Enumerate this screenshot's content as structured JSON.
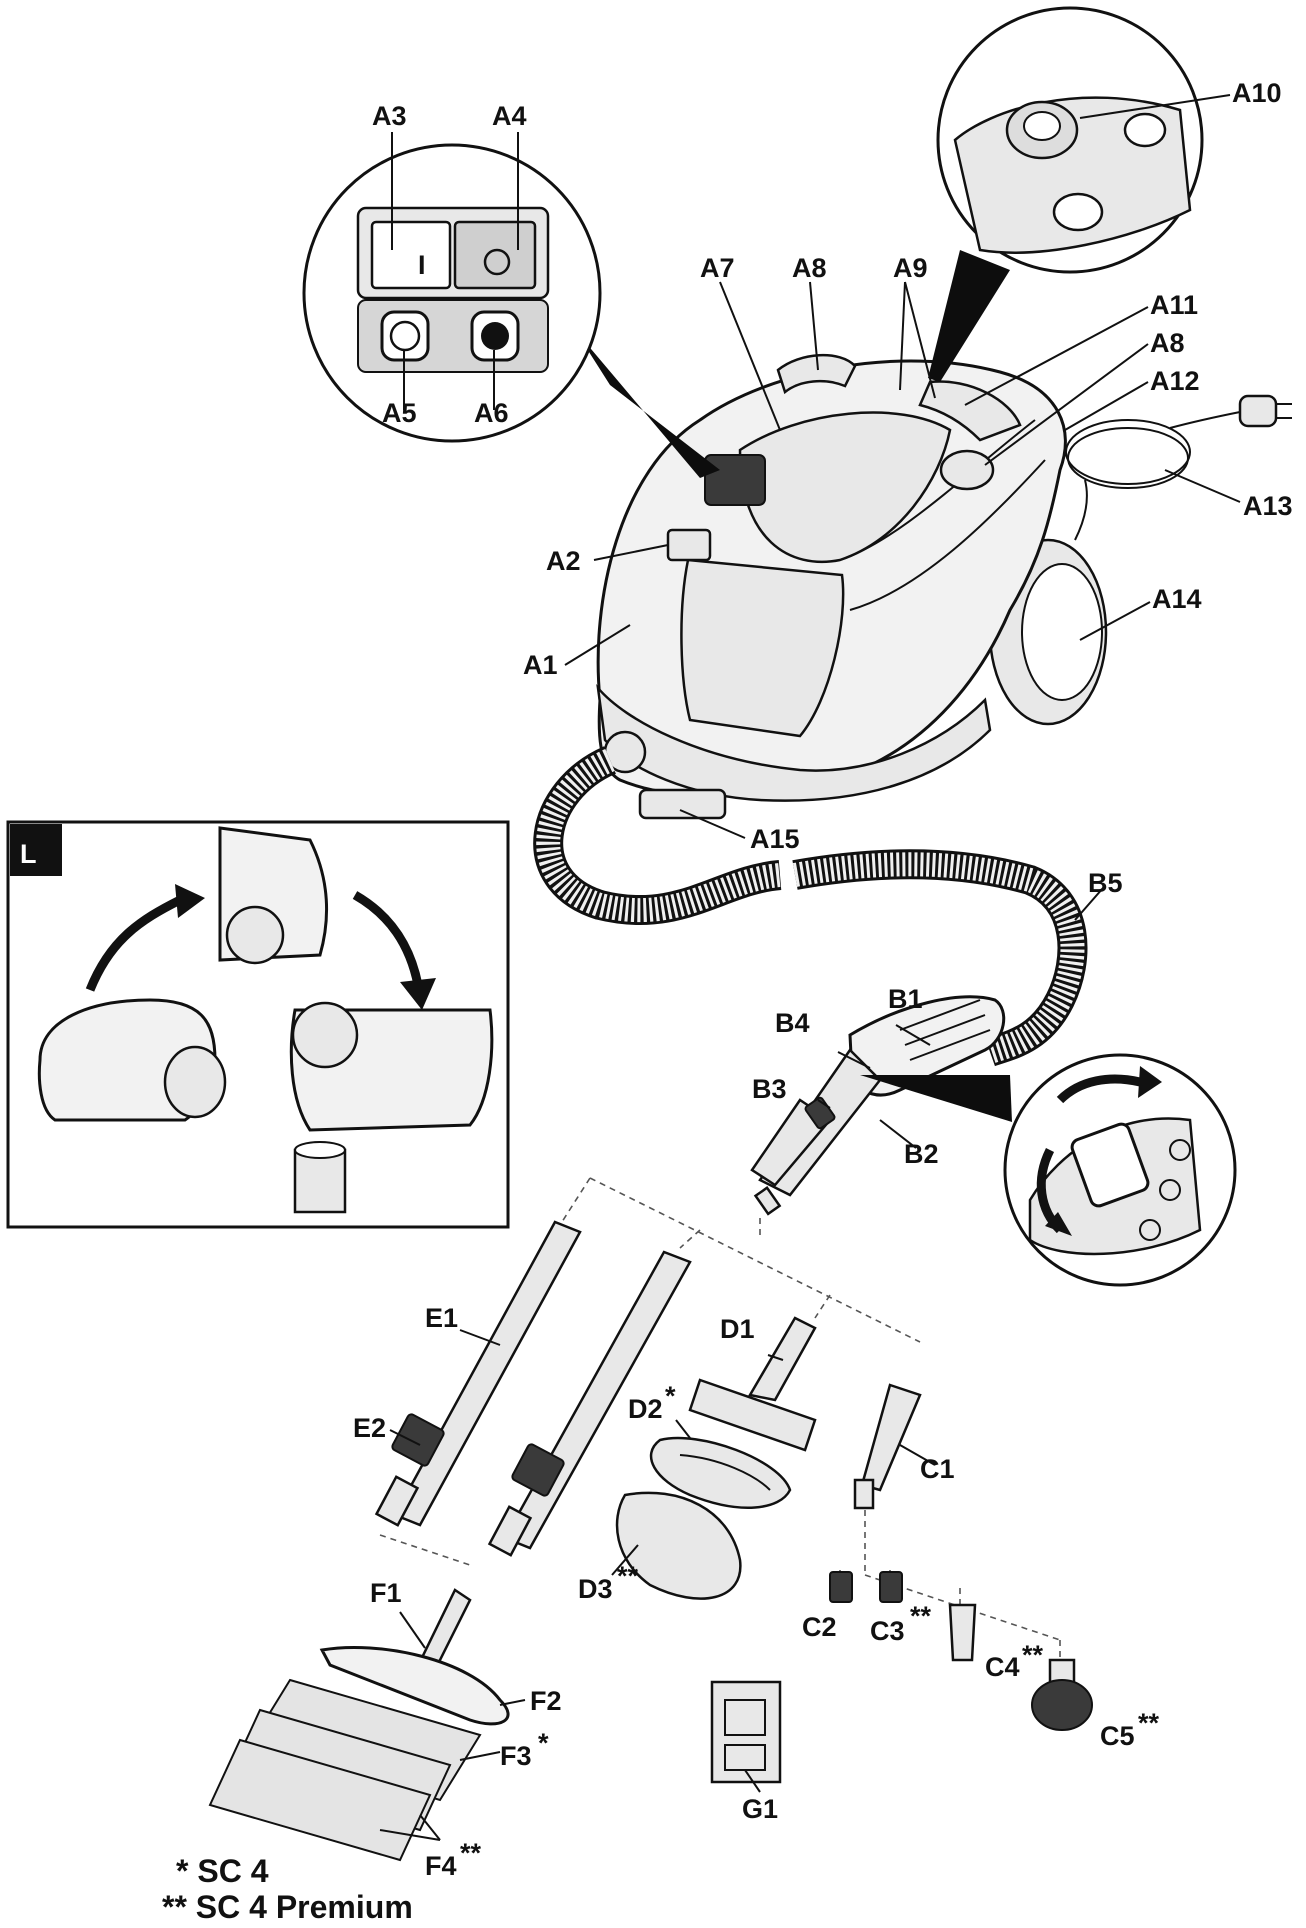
{
  "labels": {
    "A1": "A1",
    "A2": "A2",
    "A3": "A3",
    "A4": "A4",
    "A5": "A5",
    "A6": "A6",
    "A7": "A7",
    "A8": "A8",
    "A8b": "A8",
    "A9": "A9",
    "A10": "A10",
    "A11": "A11",
    "A12": "A12",
    "A13": "A13",
    "A14": "A14",
    "A15": "A15",
    "B1": "B1",
    "B2": "B2",
    "B3": "B3",
    "B4": "B4",
    "B5": "B5",
    "C1": "C1",
    "C2": "C2",
    "C3": "C3",
    "C3s": "**",
    "C4": "C4",
    "C4s": "**",
    "C5": "C5",
    "C5s": "**",
    "D1": "D1",
    "D2": "D2",
    "D2s": "*",
    "D3": "D3",
    "D3s": "**",
    "E1": "E1",
    "E2": "E2",
    "F1": "F1",
    "F2": "F2",
    "F3": "F3",
    "F3s": "*",
    "F4": "F4",
    "F4s": "**",
    "G1": "G1",
    "L": "L",
    "switch_on": "I"
  },
  "legend": {
    "sc4": "* SC 4",
    "sc4_premium": "** SC 4 Premium"
  }
}
